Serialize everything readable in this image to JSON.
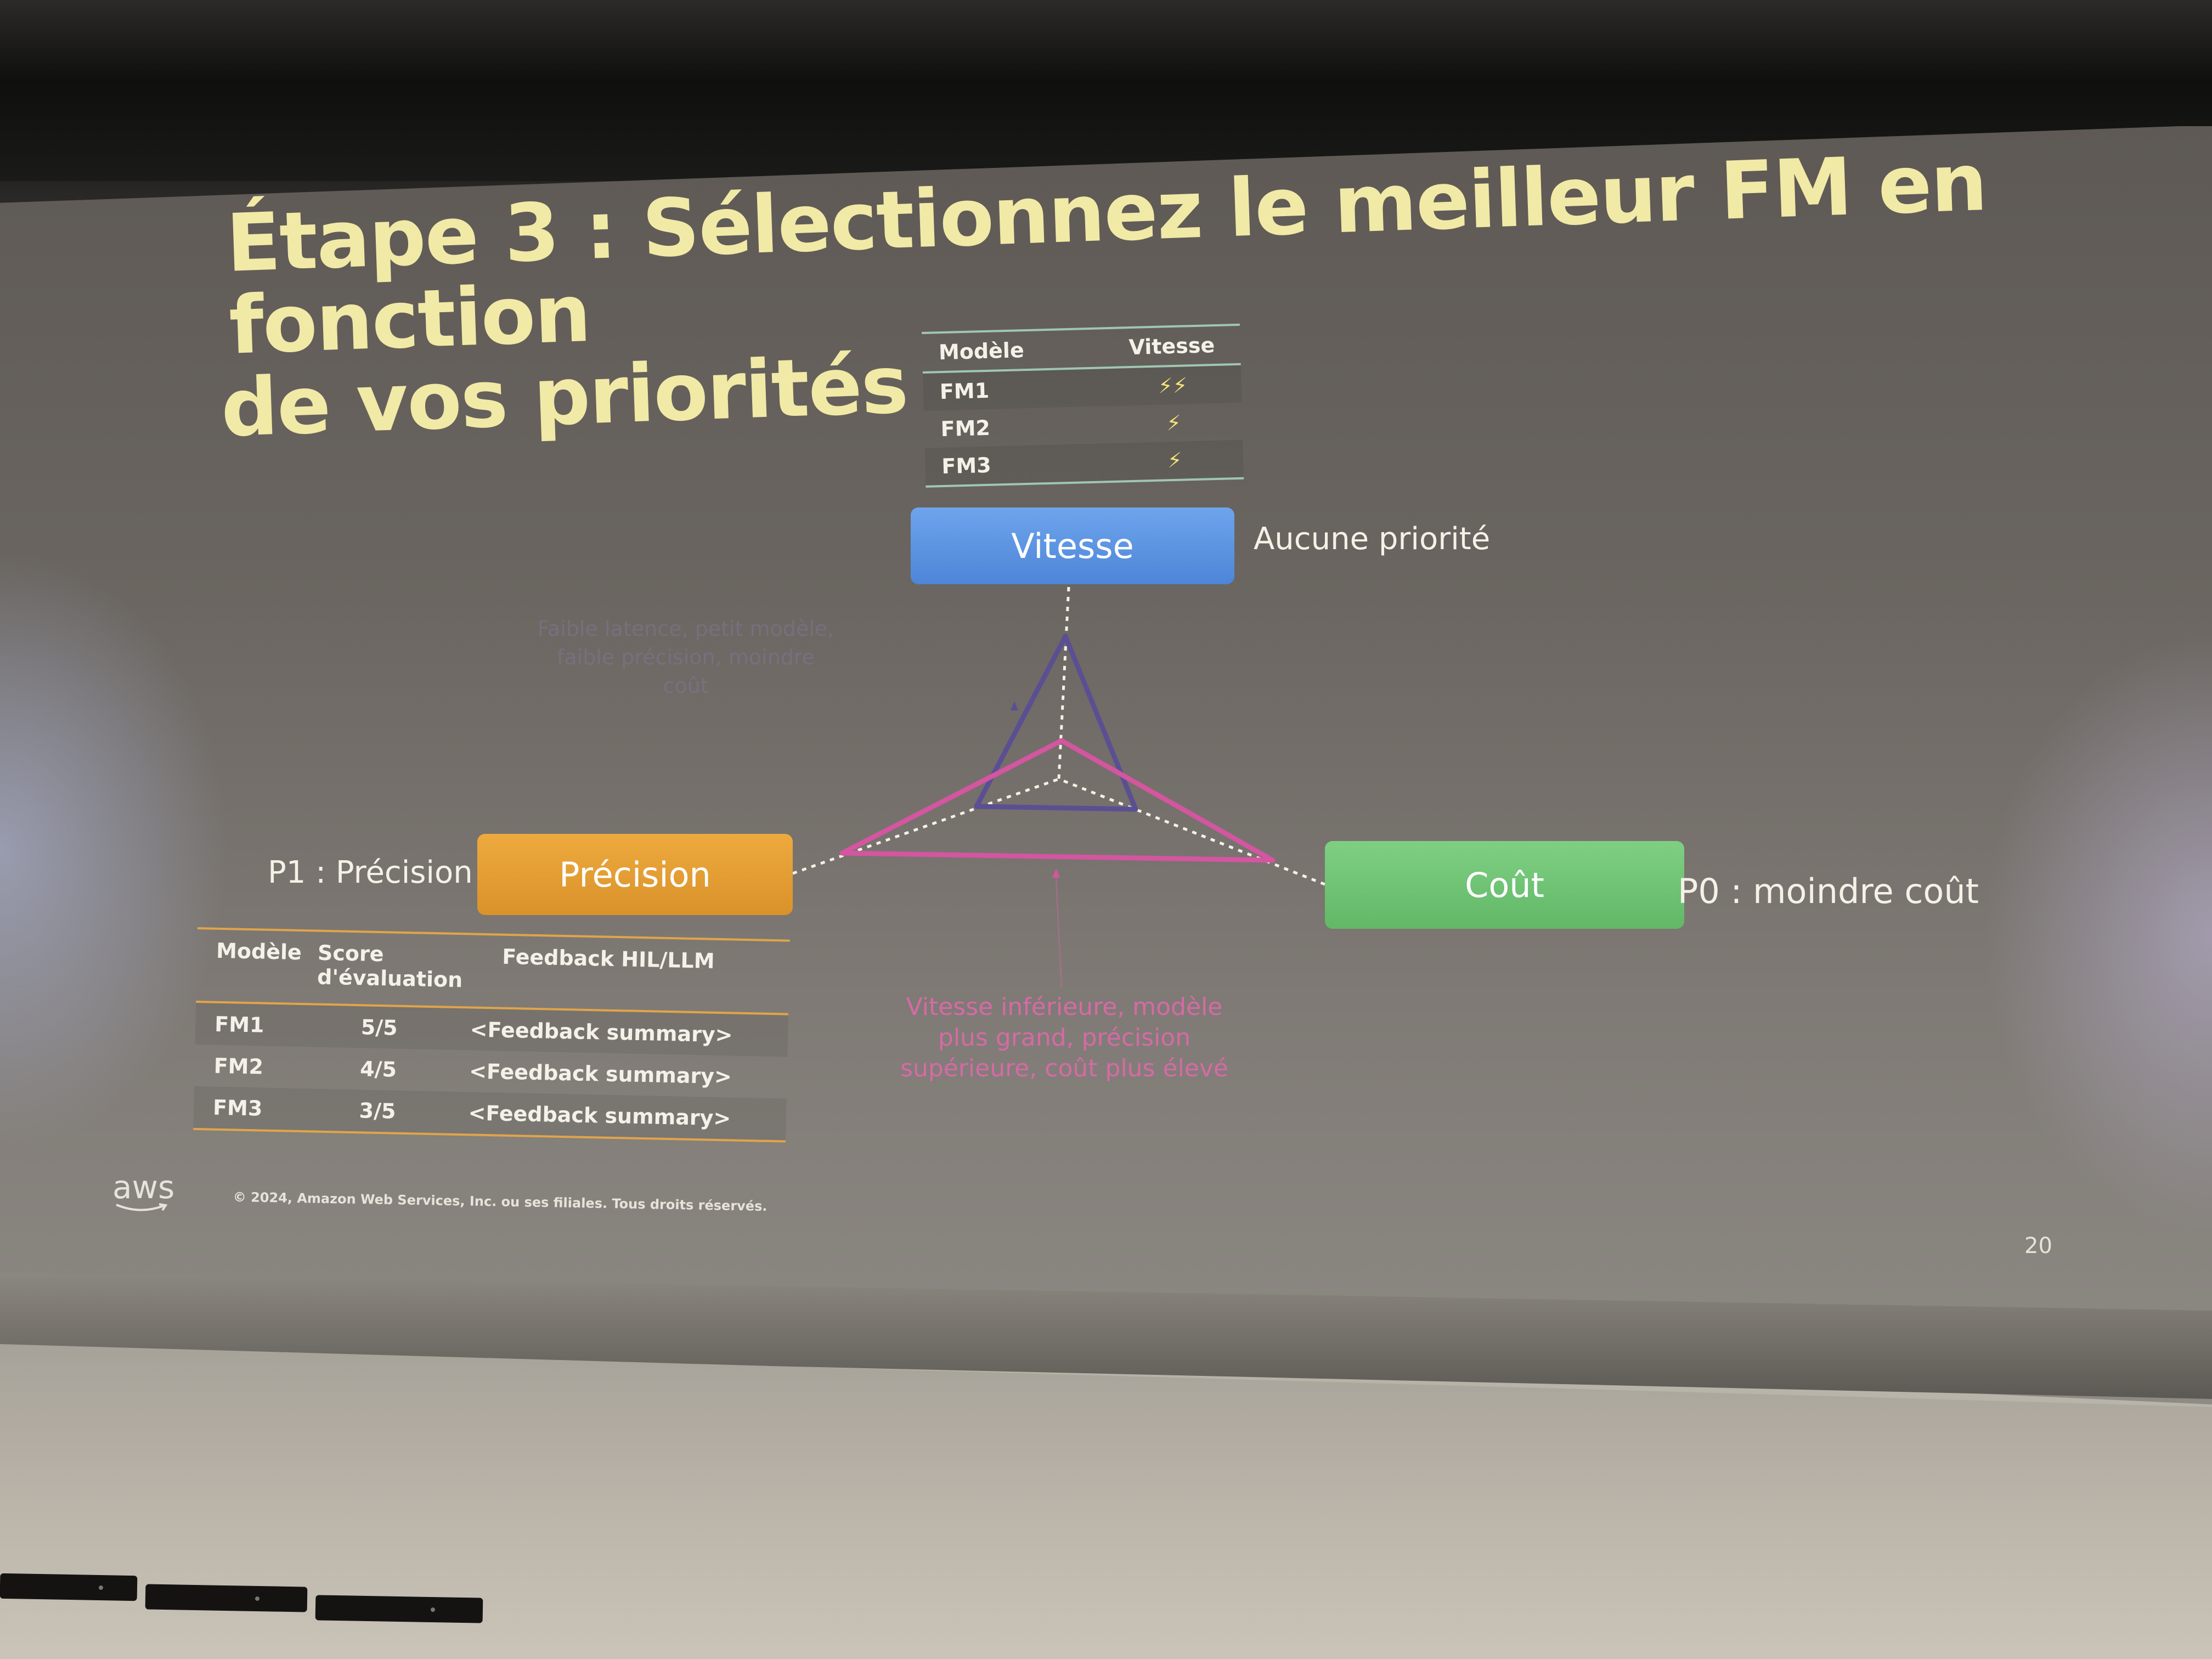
{
  "slide": {
    "title_line1": "Étape 3 : Sélectionnez le meilleur FM en fonction",
    "title_line2": "de vos priorités",
    "speed_table": {
      "headers": [
        "Modèle",
        "Vitesse"
      ],
      "rows": [
        {
          "model": "FM1",
          "speed": "⚡⚡"
        },
        {
          "model": "FM2",
          "speed": "⚡"
        },
        {
          "model": "FM3",
          "speed": "⚡"
        }
      ]
    },
    "vitesse_box": "Vitesse",
    "vitesse_priority": "Aucune priorité",
    "precision_box": "Précision",
    "precision_priority": "P1 : Précision",
    "cout_box": "Coût",
    "cout_priority": "P0 : moindre coût",
    "faint_note": "Faible latence, petit modèle, faible précision, moindre coût",
    "pink_note": "Vitesse inférieure, modèle plus grand, précision supérieure, coût plus élevé",
    "precision_table": {
      "headers": [
        "Modèle",
        "Score d'évaluation",
        "Feedback HIL/LLM"
      ],
      "rows": [
        {
          "model": "FM1",
          "score": "5/5",
          "feedback": "<Feedback summary>"
        },
        {
          "model": "FM2",
          "score": "4/5",
          "feedback": "<Feedback summary>"
        },
        {
          "model": "FM3",
          "score": "3/5",
          "feedback": "<Feedback summary>"
        }
      ]
    },
    "aws_logo": "aws",
    "copyright": "© 2024, Amazon Web Services, Inc. ou ses filiales. Tous droits réservés.",
    "page_number": "20"
  },
  "colors": {
    "title": "#f1e9a6",
    "vitesse": "#5a92e0",
    "precision": "#e39f34",
    "cout": "#6cc271",
    "pink": "#d66aa5"
  }
}
